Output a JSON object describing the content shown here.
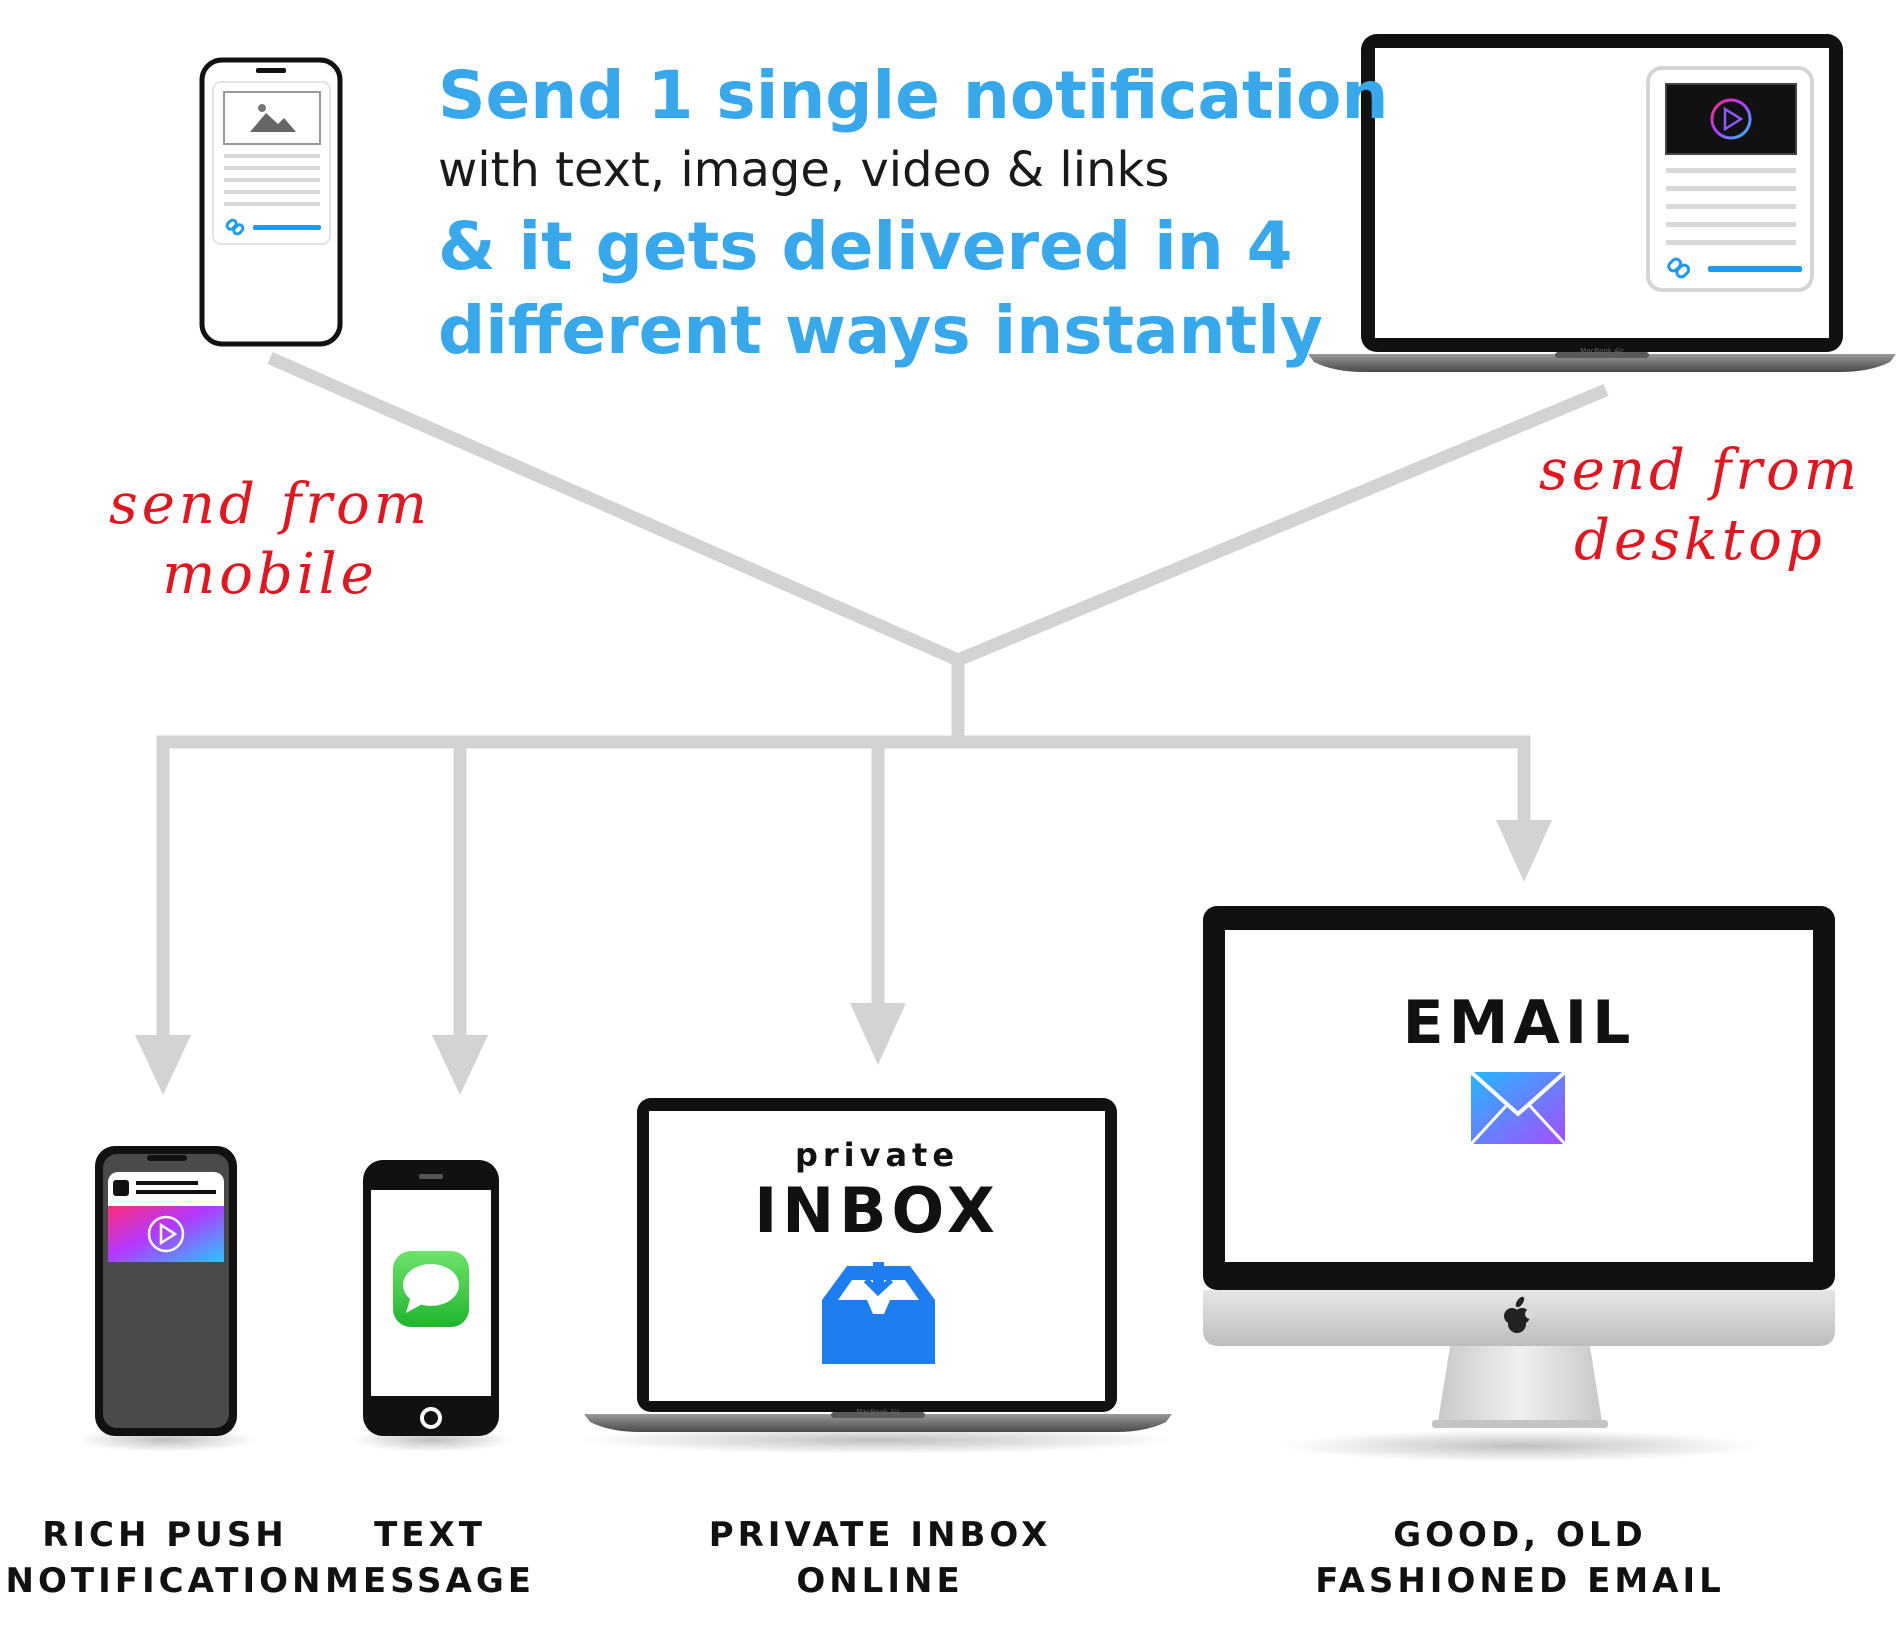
{
  "headline": {
    "line1": "Send 1 single notification",
    "line2": "with text, image, video & links",
    "line3": "& it gets delivered in 4",
    "line4": "different ways instantly"
  },
  "sources": {
    "mobile_line1": "send from",
    "mobile_line2": "mobile",
    "desktop_line1": "send from",
    "desktop_line2": "desktop"
  },
  "screens": {
    "laptop_brand": "MacBook Air",
    "inbox_small": "private",
    "inbox_big": "INBOX",
    "email_big": "EMAIL"
  },
  "captions": {
    "push_line1": "RICH PUSH",
    "push_line2": "NOTIFICATION",
    "text_line1": "TEXT",
    "text_line2": "MESSAGE",
    "inbox_line1": "PRIVATE INBOX",
    "inbox_line2": "ONLINE",
    "email_line1": "GOOD, OLD",
    "email_line2": "FASHIONED EMAIL"
  },
  "colors": {
    "accent": "#38a8ec",
    "hand": "#e3161f",
    "connector": "#d3d3d3",
    "link": "#1e9af0"
  },
  "icons": [
    "phone-icon",
    "image-placeholder-icon",
    "link-icon",
    "laptop-icon",
    "play-video-icon",
    "message-bubble-icon",
    "inbox-download-icon",
    "envelope-icon",
    "apple-logo-icon",
    "imac-icon"
  ]
}
